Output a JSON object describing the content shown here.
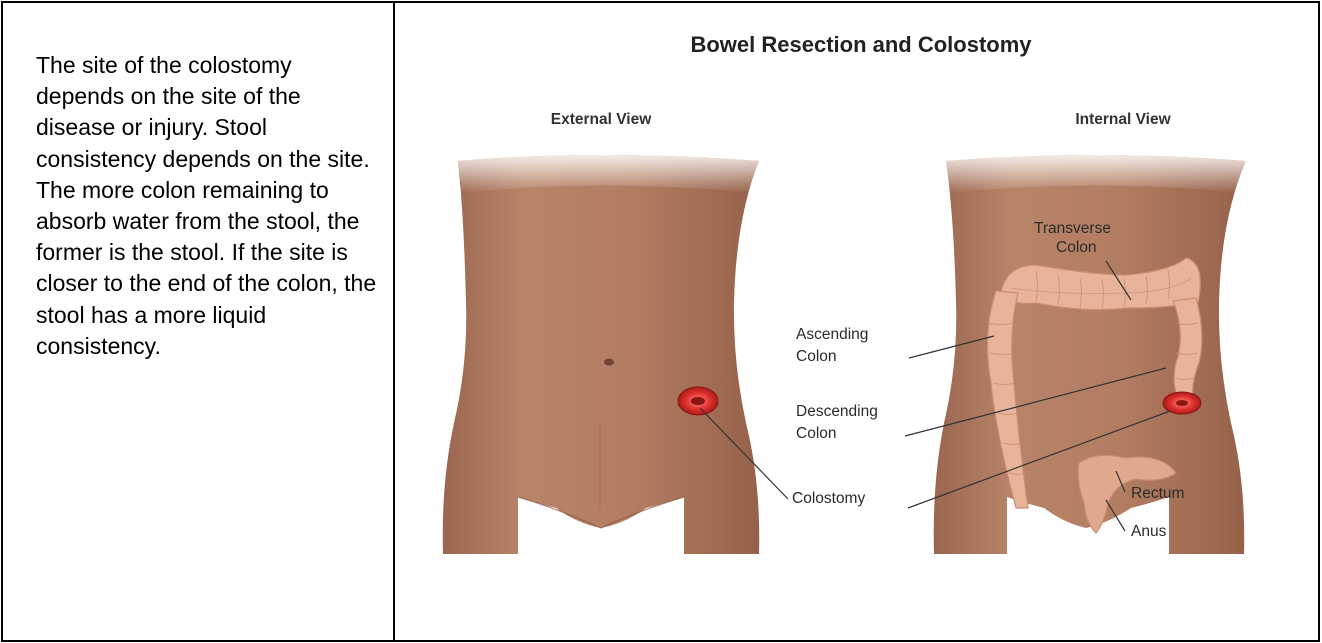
{
  "description_text": "The site of the colostomy depends on the site of the disease or injury. Stool consistency depends on the site. The more colon remaining to absorb water from the stool, the former is the stool. If the site is closer to the end of the colon, the stool has a more liquid consistency.",
  "figure": {
    "title": "Bowel Resection and Colostomy",
    "external_view_label": "External View",
    "internal_view_label": "Internal View",
    "labels": {
      "transverse_1": "Transverse",
      "transverse_2": "Colon",
      "ascending_1": "Ascending",
      "ascending_2": "Colon",
      "descending_1": "Descending",
      "descending_2": "Colon",
      "colostomy": "Colostomy",
      "rectum": "Rectum",
      "anus": "Anus"
    },
    "colors": {
      "skin": "#b07a5e",
      "skin_shadow": "#9a6650",
      "colon": "#e7b49a",
      "colon_shadow": "#c98d72",
      "stoma": "#e0312e",
      "leader": "#333333"
    }
  }
}
